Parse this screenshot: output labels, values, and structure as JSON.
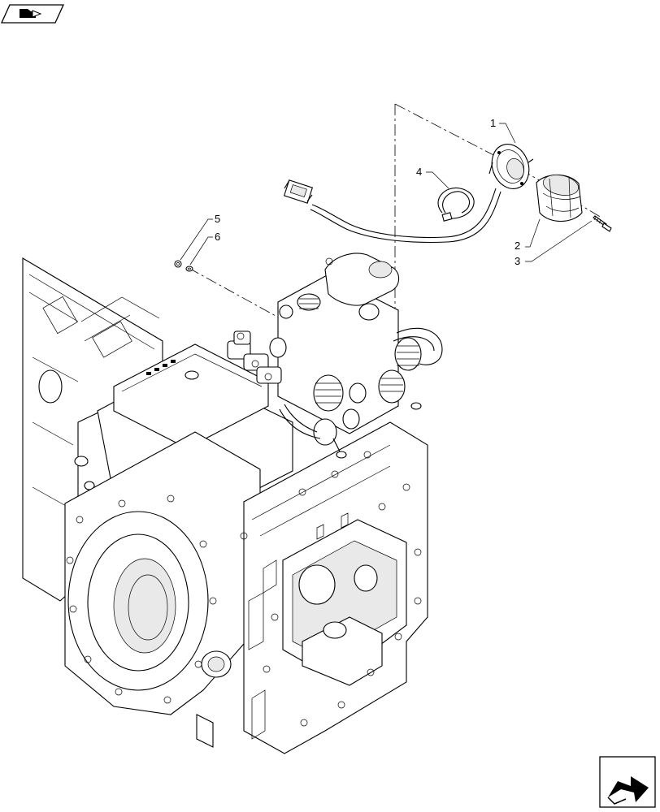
{
  "callouts": [
    {
      "id": "1",
      "label": "1"
    },
    {
      "id": "2",
      "label": "2"
    },
    {
      "id": "3",
      "label": "3"
    },
    {
      "id": "4",
      "label": "4"
    },
    {
      "id": "5",
      "label": "5"
    },
    {
      "id": "6",
      "label": "6"
    }
  ],
  "icons": {
    "top_left": "book-navigation-icon",
    "bottom_right": "next-page-arrow-icon"
  }
}
